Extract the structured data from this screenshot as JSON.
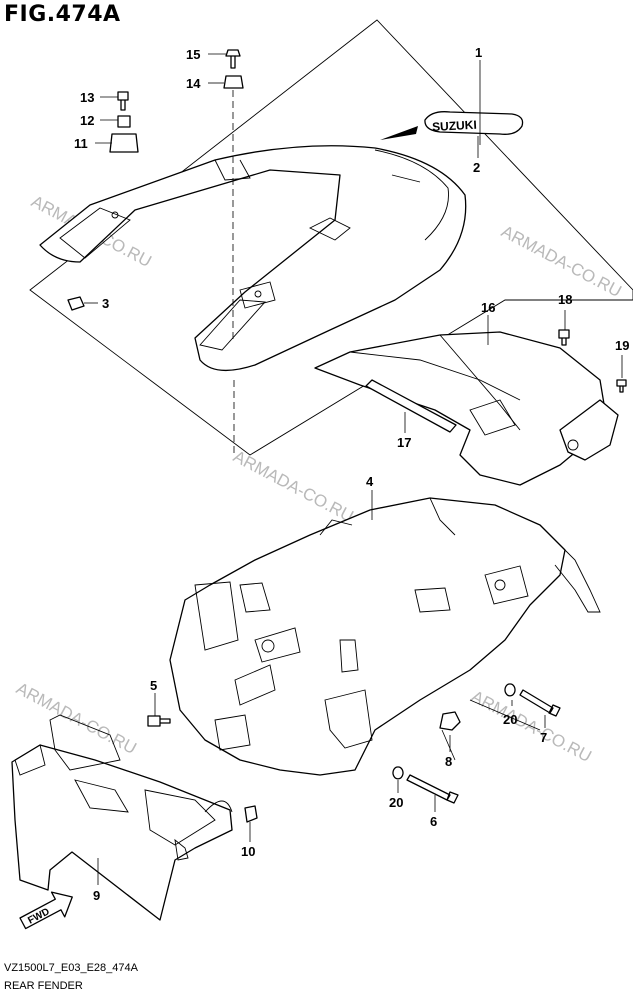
{
  "figure": {
    "title": "FIG.474A",
    "code": "VZ1500L7_E03_E28_474A",
    "name": "REAR FENDER",
    "watermark": "ARMADA-CO.RU",
    "emblem_text": "SUZUKI",
    "fwd_label": "FWD"
  },
  "part_numbers": [
    {
      "id": "p1",
      "label": "1"
    },
    {
      "id": "p2",
      "label": "2"
    },
    {
      "id": "p3",
      "label": "3"
    },
    {
      "id": "p4",
      "label": "4"
    },
    {
      "id": "p5",
      "label": "5"
    },
    {
      "id": "p6",
      "label": "6"
    },
    {
      "id": "p7",
      "label": "7"
    },
    {
      "id": "p8",
      "label": "8"
    },
    {
      "id": "p9",
      "label": "9"
    },
    {
      "id": "p10",
      "label": "10"
    },
    {
      "id": "p11",
      "label": "11"
    },
    {
      "id": "p12",
      "label": "12"
    },
    {
      "id": "p13",
      "label": "13"
    },
    {
      "id": "p14",
      "label": "14"
    },
    {
      "id": "p15",
      "label": "15"
    },
    {
      "id": "p16",
      "label": "16"
    },
    {
      "id": "p17",
      "label": "17"
    },
    {
      "id": "p18",
      "label": "18"
    },
    {
      "id": "p19",
      "label": "19"
    },
    {
      "id": "p20a",
      "label": "20"
    },
    {
      "id": "p20b",
      "label": "20"
    }
  ]
}
